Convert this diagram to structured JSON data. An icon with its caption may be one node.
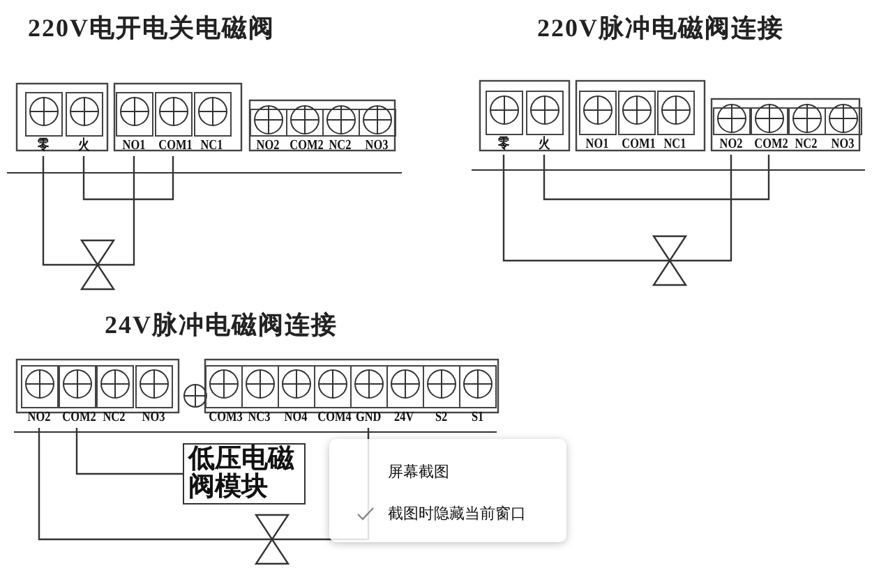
{
  "diagram": {
    "nodes": [
      {
        "text": [
          "零"
        ]
      },
      {
        "text": [
          "火"
        ]
      },
      {
        "text": [
          "NO1"
        ]
      },
      {
        "text": [
          "COM1"
        ]
      },
      {
        "text": [
          "NC1"
        ]
      },
      {
        "text": [
          "NO2"
        ]
      },
      {
        "text": [
          "COM2"
        ]
      },
      {
        "text": [
          "NC2"
        ]
      },
      {
        "text": [
          "NO3"
        ]
      },
      {
        "text": [],
        "shape": "valve"
      },
      {
        "text": [
          "零"
        ]
      },
      {
        "text": [
          "火"
        ]
      },
      {
        "text": [
          "NO1"
        ]
      },
      {
        "text": [
          "COM1"
        ]
      },
      {
        "text": [
          "NC1"
        ]
      },
      {
        "text": [
          "NO2"
        ]
      },
      {
        "text": [
          "COM2"
        ]
      },
      {
        "text": [
          "NC2"
        ]
      },
      {
        "text": [
          "NO3"
        ]
      },
      {
        "text": [],
        "shape": "valve"
      },
      {
        "text": [
          "NO2"
        ]
      },
      {
        "text": [
          "COM2"
        ]
      },
      {
        "text": [
          "NC2"
        ]
      },
      {
        "text": [
          "NO3"
        ]
      },
      {
        "text": [
          "COM3"
        ]
      },
      {
        "text": [
          "NC3"
        ]
      },
      {
        "text": [
          "NO4"
        ]
      },
      {
        "text": [
          "COM4"
        ]
      },
      {
        "text": [
          "GND"
        ]
      },
      {
        "text": [
          "24V"
        ]
      },
      {
        "text": [
          "S2"
        ]
      },
      {
        "text": [
          "S1"
        ]
      },
      {
        "text": [
          "低压电磁阀模块"
        ]
      },
      {
        "text": [],
        "shape": "valve"
      }
    ],
    "edges": [
      {
        "from": 0,
        "to": 9,
        "arrow": "none"
      },
      {
        "from": 9,
        "to": 2,
        "arrow": "none"
      },
      {
        "from": 1,
        "to": 3,
        "arrow": "none"
      },
      {
        "from": 10,
        "to": 19,
        "arrow": "none"
      },
      {
        "from": 19,
        "to": 15,
        "arrow": "none"
      },
      {
        "from": 11,
        "to": 16,
        "arrow": "none"
      },
      {
        "from": 20,
        "to": 33,
        "arrow": "none"
      },
      {
        "from": 33,
        "to": 28,
        "arrow": "none"
      },
      {
        "from": 21,
        "to": 32,
        "arrow": "none"
      }
    ],
    "labels": [
      "220V电开电关电磁阀",
      "220V脉冲电磁阀连接",
      "24V脉冲电磁阀连接",
      "屏幕截图",
      "截图时隐藏当前窗口"
    ]
  }
}
